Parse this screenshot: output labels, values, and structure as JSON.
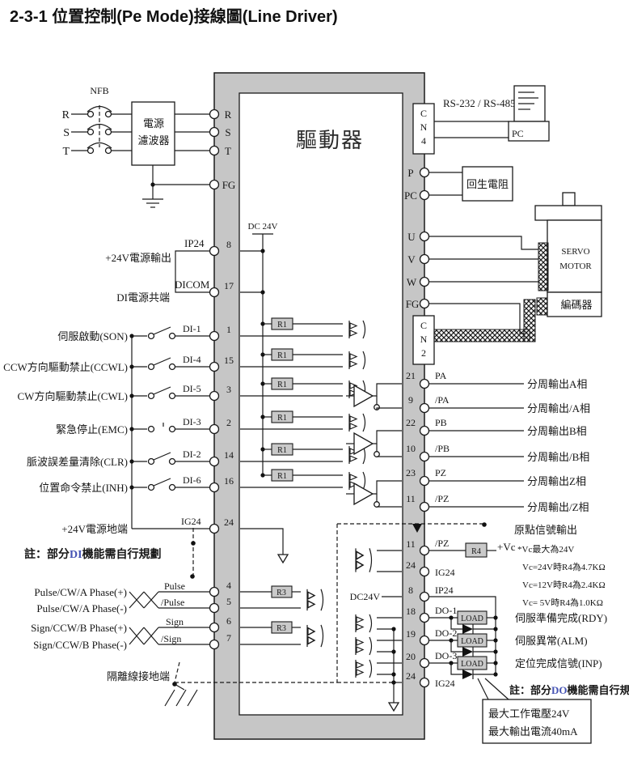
{
  "title": "2-3-1 位置控制(Pe Mode)接線圖(Line Driver)",
  "driver": {
    "label": "驅動器",
    "cn4": [
      "C",
      "N",
      "4"
    ],
    "cn2": [
      "C",
      "N",
      "2"
    ],
    "dc24v_top": "DC 24V"
  },
  "power": {
    "nfb": "NFB",
    "phases": [
      "R",
      "S",
      "T"
    ],
    "filter_box": [
      "電源",
      "濾波器"
    ],
    "terminals": [
      "R",
      "S",
      "T"
    ],
    "fg": "FG"
  },
  "comm": {
    "label": "RS-232 / RS-485",
    "pc": "PC"
  },
  "regen": {
    "p": "P",
    "pc": "PC",
    "box": "回生電阻"
  },
  "motor": {
    "u": "U",
    "v": "V",
    "w": "W",
    "fg": "FG",
    "servo": [
      "SERVO",
      "MOTOR"
    ],
    "encoder": "編碼器"
  },
  "di": {
    "out24": {
      "label": "+24V電源輸出",
      "pin": "IP24",
      "num": "8"
    },
    "dicom": {
      "label": "DI電源共端",
      "pin": "DICOM",
      "num": "17"
    },
    "rows": [
      {
        "label": "伺服啟動(SON)",
        "pin": "DI-1",
        "num": "1"
      },
      {
        "label": "CCW方向驅動禁止(CCWL)",
        "pin": "DI-4",
        "num": "15"
      },
      {
        "label": "CW方向驅動禁止(CWL)",
        "pin": "DI-5",
        "num": "3"
      },
      {
        "label": "緊急停止(EMC)",
        "pin": "DI-3",
        "num": "2"
      },
      {
        "label": "脈波誤差量清除(CLR)",
        "pin": "DI-2",
        "num": "14"
      },
      {
        "label": "位置命令禁止(INH)",
        "pin": "DI-6",
        "num": "16"
      }
    ],
    "gnd": {
      "label": "+24V電源地端",
      "pin": "IG24",
      "num": "24"
    },
    "r1": "R1",
    "note_prefix": "註：部分",
    "note_hl": "DI",
    "note_suffix": "機能需自行規劃"
  },
  "pulse": {
    "rows": [
      {
        "label": "Pulse/CW/A Phase(+)",
        "pin": "Pulse",
        "num": "4"
      },
      {
        "label": "Pulse/CW/A Phase(-)",
        "pin": "/Pulse",
        "num": "5"
      },
      {
        "label": "Sign/CCW/B Phase(+)",
        "pin": "Sign",
        "num": "6"
      },
      {
        "label": "Sign/CCW/B Phase(-)",
        "pin": "/Sign",
        "num": "7"
      }
    ],
    "r3": "R3",
    "shield_label": "隔離線接地端"
  },
  "division": {
    "rows": [
      {
        "num": "21",
        "pin": "PA",
        "label": "分周輸出A相"
      },
      {
        "num": "9",
        "pin": "/PA",
        "label": "分周輸出/A相"
      },
      {
        "num": "22",
        "pin": "PB",
        "label": "分周輸出B相"
      },
      {
        "num": "10",
        "pin": "/PB",
        "label": "分周輸出/B相"
      },
      {
        "num": "23",
        "pin": "PZ",
        "label": "分周輸出Z相"
      },
      {
        "num": "11",
        "pin": "/PZ",
        "label": "分周輸出/Z相"
      }
    ]
  },
  "origin": {
    "title": "原點信號輸出",
    "pz": {
      "num": "11",
      "pin": "/PZ"
    },
    "ig": {
      "num": "24",
      "pin": "IG24"
    },
    "r4": "R4",
    "vc": "+Vc",
    "notes": [
      "*Vc最大為24V",
      "Vc=24V時R4為4.7KΩ",
      "Vc=12V時R4為2.4KΩ",
      "Vc= 5V時R4為1.0KΩ"
    ]
  },
  "do": {
    "ip": {
      "num": "8",
      "pin": "IP24",
      "supply": "DC24V"
    },
    "rows": [
      {
        "num": "18",
        "pin": "DO-1",
        "label": "伺服準備完成(RDY)"
      },
      {
        "num": "19",
        "pin": "DO-2",
        "label": "伺服異常(ALM)"
      },
      {
        "num": "20",
        "pin": "DO-3",
        "label": "定位完成信號(INP)"
      }
    ],
    "ig": {
      "num": "24",
      "pin": "IG24"
    },
    "load": "LOAD",
    "note_prefix": "註：部分",
    "note_hl": "DO",
    "note_suffix": "機能需自行規劃",
    "callout": [
      "最大工作電壓24V",
      "最大輸出電流40mA"
    ]
  }
}
